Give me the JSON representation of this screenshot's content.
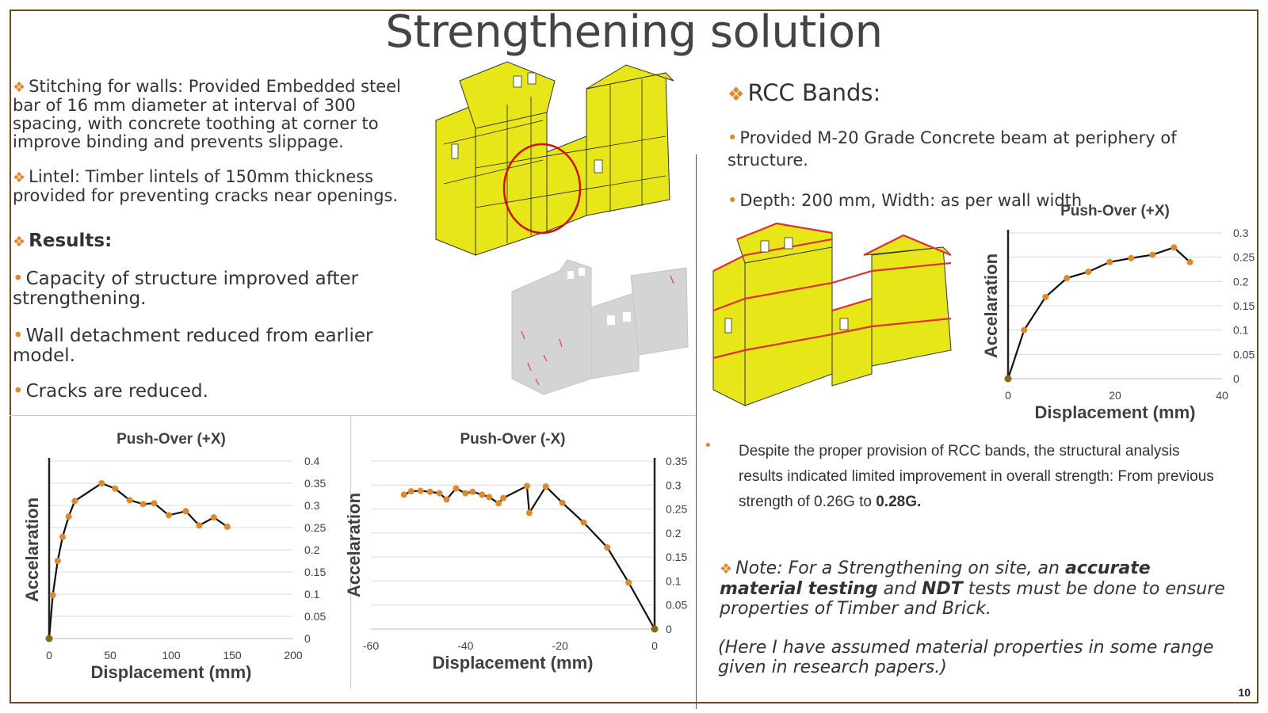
{
  "title": "Strengthening solution",
  "left": {
    "stitching": "Stitching for walls: Provided Embedded steel bar of 16 mm diameter at interval of 300 spacing, with concrete toothing at corner to improve binding and prevents slippage.",
    "lintel": "Lintel: Timber lintels of 150mm thickness provided for preventing cracks near openings.",
    "results_heading": "Results:",
    "results": [
      "Capacity of structure improved after strengthening.",
      "Wall detachment reduced from earlier model.",
      "Cracks are reduced."
    ]
  },
  "right": {
    "rcc_heading": "RCC Bands:",
    "rcc_points": [
      "Provided M-20 Grade Concrete beam at periphery of structure.",
      "Depth: 200 mm, Width: as per wall width"
    ],
    "summary_text": "Despite the proper provision of RCC bands, the structural analysis results indicated limited improvement in overall strength: From previous strength of 0.26G to",
    "summary_bold": "0.28G.",
    "note_parts": [
      {
        "t": "Note: For a Strengthening on site,  an ",
        "b": false
      },
      {
        "t": "accurate material testing",
        "b": true
      },
      {
        "t": " and ",
        "b": false
      },
      {
        "t": "NDT",
        "b": true
      },
      {
        "t": " tests must be done to ensure properties of Timber and Brick.",
        "b": false
      }
    ],
    "assumption": "(Here I have assumed material properties in some range given in research papers.)"
  },
  "page_number": "10",
  "colors": {
    "marker": "#e0892b",
    "line": "#111111",
    "model_yellow": "#e6e619",
    "band_red": "#e03030",
    "frame": "#6b4a22"
  },
  "chart_data": [
    {
      "id": "left-plus-x",
      "type": "line",
      "title": "Push-Over (+X)",
      "xlabel": "Displacement (mm)",
      "ylabel": "Accelaration",
      "xlim": [
        0,
        200
      ],
      "ylim": [
        0,
        0.4
      ],
      "xticks": [
        "0",
        "50",
        "100",
        "150",
        "200"
      ],
      "yticks": [
        "0",
        "0.05",
        "0.1",
        "0.15",
        "0.2",
        "0.25",
        "0.3",
        "0.35",
        "0.4"
      ],
      "grid": true,
      "x": [
        0,
        3,
        7,
        11,
        16,
        21,
        43,
        54,
        66,
        77,
        86,
        98,
        112,
        123,
        135,
        146
      ],
      "y": [
        0,
        0.098,
        0.175,
        0.229,
        0.275,
        0.31,
        0.35,
        0.338,
        0.312,
        0.303,
        0.305,
        0.278,
        0.287,
        0.255,
        0.273,
        0.252
      ]
    },
    {
      "id": "left-minus-x",
      "type": "line",
      "title": "Push-Over (-X)",
      "xlabel": "Displacement (mm)",
      "ylabel": "Accelaration",
      "xlim": [
        -60,
        0
      ],
      "ylim": [
        0,
        0.35
      ],
      "xticks": [
        "-60",
        "-40",
        "-20",
        "0"
      ],
      "yticks": [
        "0",
        "0.05",
        "0.1",
        "0.15",
        "0.2",
        "0.25",
        "0.3",
        "0.35"
      ],
      "grid": true,
      "x": [
        -53,
        -51.5,
        -49.5,
        -47.5,
        -45.5,
        -44,
        -42,
        -40,
        -38.5,
        -36.5,
        -35,
        -33,
        -32,
        -27,
        -26.5,
        -23,
        -19.5,
        -15,
        -10,
        -5.5,
        0
      ],
      "y": [
        0.28,
        0.287,
        0.288,
        0.286,
        0.283,
        0.27,
        0.293,
        0.283,
        0.286,
        0.28,
        0.275,
        0.262,
        0.273,
        0.298,
        0.242,
        0.297,
        0.263,
        0.222,
        0.17,
        0.097,
        0
      ]
    },
    {
      "id": "right-plus-x",
      "type": "line",
      "title": "Push-Over (+X)",
      "xlabel": "Displacement (mm)",
      "ylabel": "Accelaration",
      "xlim": [
        0,
        40
      ],
      "ylim": [
        0,
        0.3
      ],
      "xticks": [
        "0",
        "20",
        "40"
      ],
      "yticks": [
        "0",
        "0.05",
        "0.1",
        "0.15",
        "0.2",
        "0.25",
        "0.3"
      ],
      "grid": true,
      "x": [
        0,
        3,
        7,
        11,
        15,
        19,
        23,
        27,
        31,
        34
      ],
      "y": [
        0,
        0.1,
        0.168,
        0.207,
        0.22,
        0.24,
        0.248,
        0.255,
        0.27,
        0.24
      ]
    }
  ]
}
